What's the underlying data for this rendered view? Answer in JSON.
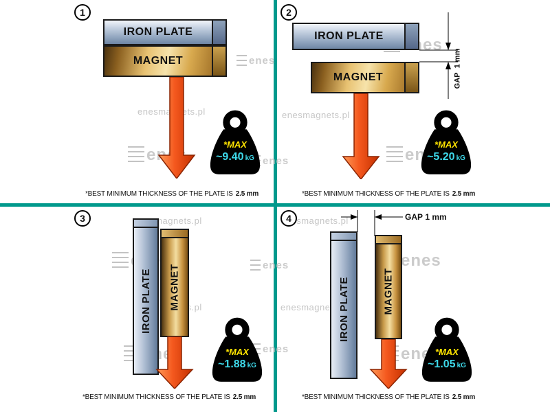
{
  "colors": {
    "divider": "#00998c",
    "arrow": "#e03c05",
    "max": "#ffe400",
    "value": "#3ed9ea"
  },
  "watermark": {
    "text": "enesmagnets.pl",
    "logo_text": "enes"
  },
  "caption": {
    "prefix": "*BEST MINIMUM THICKNESS OF THE PLATE IS",
    "bold": "2.5 mm"
  },
  "gap": {
    "label": "GAP",
    "value": "1 mm"
  },
  "panels": [
    {
      "number": "1",
      "plate": "IRON PLATE",
      "magnet": "MAGNET",
      "orientation": "horizontal",
      "gap": null,
      "max_label": "*MAX",
      "value": "~9.40",
      "unit": "kG"
    },
    {
      "number": "2",
      "plate": "IRON PLATE",
      "magnet": "MAGNET",
      "orientation": "horizontal",
      "gap": "1 mm",
      "max_label": "*MAX",
      "value": "~5.20",
      "unit": "kG"
    },
    {
      "number": "3",
      "plate": "IRON PLATE",
      "magnet": "MAGNET",
      "orientation": "vertical",
      "gap": null,
      "max_label": "*MAX",
      "value": "~1.88",
      "unit": "kG"
    },
    {
      "number": "4",
      "plate": "IRON PLATE",
      "magnet": "MAGNET",
      "orientation": "vertical",
      "gap": "1 mm",
      "max_label": "*MAX",
      "value": "~1.05",
      "unit": "kG"
    }
  ]
}
